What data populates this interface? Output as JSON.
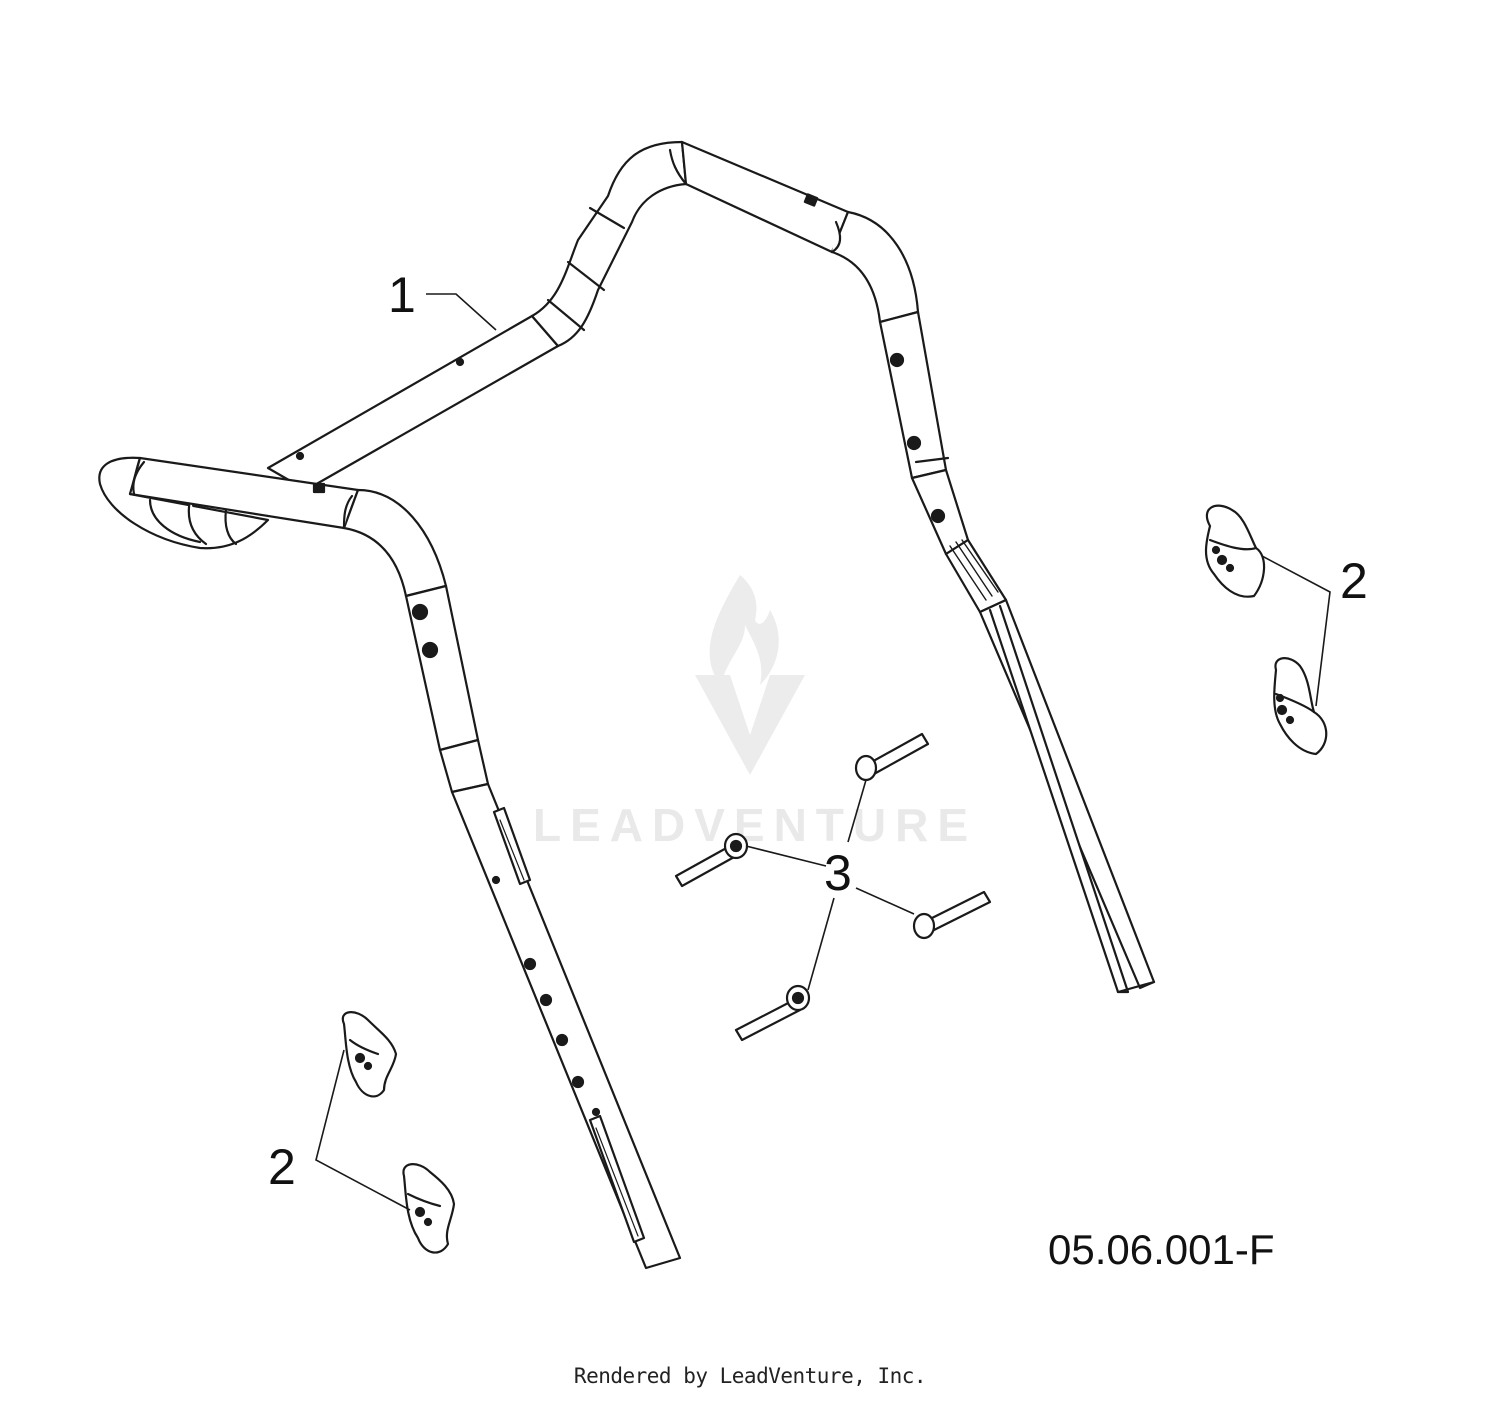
{
  "diagram": {
    "callouts": {
      "part_1": "1",
      "part_2_upper": "2",
      "part_2_lower": "2",
      "part_3": "3"
    },
    "figure_id": "05.06.001-F",
    "credit": "Rendered by LeadVenture, Inc.",
    "watermark": "LEADVENTURE"
  },
  "colors": {
    "line": "#1a1a1a",
    "watermark": "#e9e9e9"
  }
}
